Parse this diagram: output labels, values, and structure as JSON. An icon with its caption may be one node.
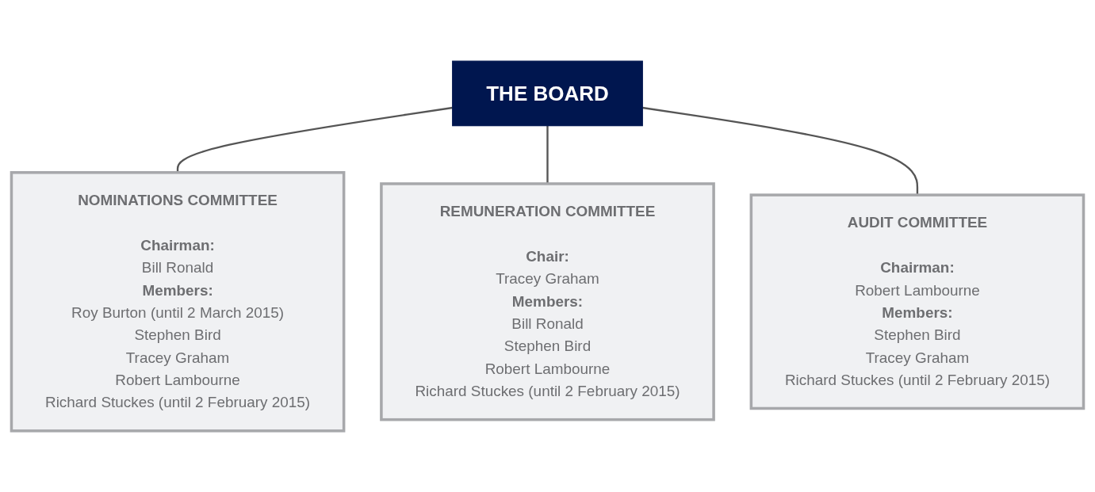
{
  "diagram": {
    "nodes": [
      {
        "text": [
          "THE BOARD"
        ]
      },
      {
        "text": [
          "NOMINATIONS COMMITTEE",
          "Chairman:",
          "Bill Ronald",
          "Members:",
          "Roy Burton (until 2 March 2015)",
          "Stephen Bird",
          "Tracey Graham",
          "Robert Lambourne",
          "Richard Stuckes (until 2 February 2015)"
        ]
      },
      {
        "text": [
          "REMUNERATION COMMITTEE",
          "Chair:",
          "Tracey Graham",
          "Members:",
          "Bill Ronald",
          "Stephen Bird",
          "Robert Lambourne",
          "Richard Stuckes (until 2 February 2015)"
        ]
      },
      {
        "text": [
          "AUDIT COMMITTEE",
          "Chairman:",
          "Robert Lambourne",
          "Members:",
          "Stephen Bird",
          "Tracey Graham",
          "Richard Stuckes (until 2 February 2015)"
        ]
      }
    ],
    "edges": [
      {
        "from": 0,
        "to": 1,
        "arrow": "none"
      },
      {
        "from": 0,
        "to": 2,
        "arrow": "none"
      },
      {
        "from": 0,
        "to": 3,
        "arrow": "none"
      }
    ]
  }
}
